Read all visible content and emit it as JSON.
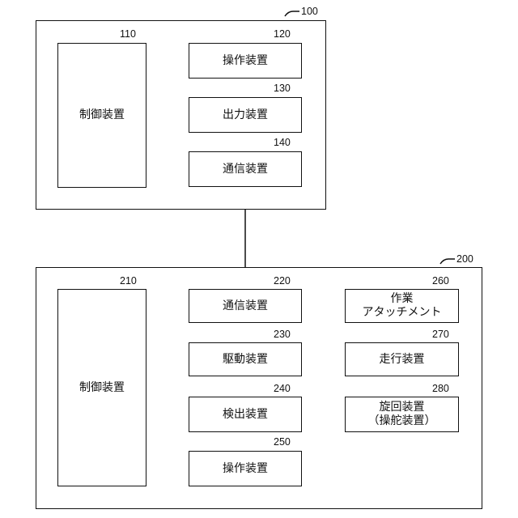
{
  "system1": {
    "ref": "100",
    "controller": {
      "ref": "110",
      "label": "制御装置"
    },
    "operation": {
      "ref": "120",
      "label": "操作装置"
    },
    "output": {
      "ref": "130",
      "label": "出力装置"
    },
    "comm": {
      "ref": "140",
      "label": "通信装置"
    }
  },
  "system2": {
    "ref": "200",
    "controller": {
      "ref": "210",
      "label": "制御装置"
    },
    "comm": {
      "ref": "220",
      "label": "通信装置"
    },
    "drive": {
      "ref": "230",
      "label": "駆動装置"
    },
    "detection": {
      "ref": "240",
      "label": "検出装置"
    },
    "operation": {
      "ref": "250",
      "label": "操作装置"
    },
    "attachment": {
      "ref": "260",
      "label_line1": "作業",
      "label_line2": "アタッチメント"
    },
    "travel": {
      "ref": "270",
      "label": "走行装置"
    },
    "swing": {
      "ref": "280",
      "label_line1": "旋回装置",
      "label_line2": "（操舵装置）"
    }
  }
}
